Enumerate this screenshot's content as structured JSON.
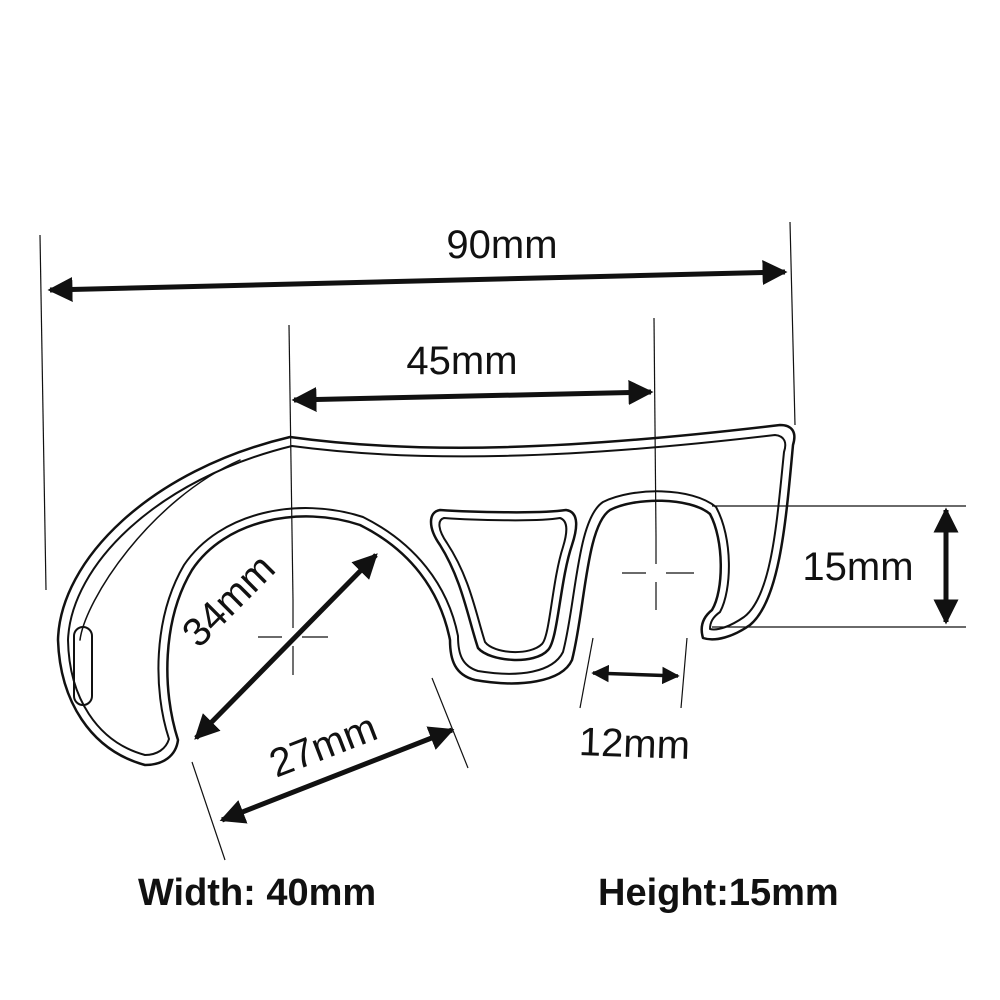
{
  "dimensions": {
    "overall_length": "90mm",
    "hook_spacing": "45mm",
    "large_hook_diagonal": "34mm",
    "large_hook_opening": "27mm",
    "small_hook_opening": "12mm",
    "small_hook_depth": "15mm"
  },
  "captions": {
    "width": "Width: 40mm",
    "height": "Height:15mm"
  },
  "colors": {
    "ink": "#111111",
    "background": "#ffffff"
  }
}
